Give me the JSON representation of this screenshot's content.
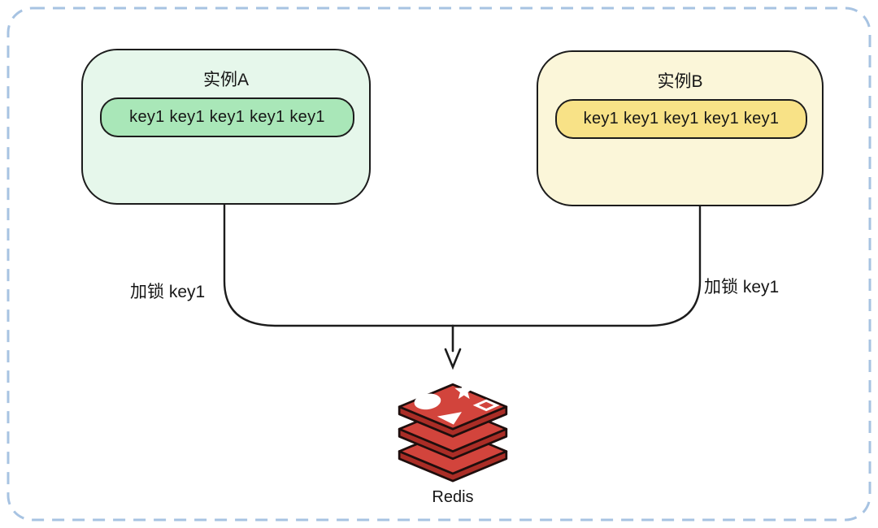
{
  "diagram": {
    "instance_a": {
      "title": "实例A",
      "keys": "key1 key1 key1 key1 key1"
    },
    "instance_b": {
      "title": "实例B",
      "keys": "key1 key1 key1 key1 key1"
    },
    "lock_label_left": "加锁 key1",
    "lock_label_right": "加锁 key1",
    "redis_label": "Redis",
    "colors": {
      "instance_a_bg": "#e6f7eb",
      "instance_a_key_bg": "#a9e7b8",
      "instance_b_bg": "#fbf6d9",
      "instance_b_key_bg": "#f8e287",
      "stroke": "#1c1c1c",
      "outer_border": "#a7c3e2",
      "redis_red": "#d2443c",
      "redis_red_dark": "#aa2d26",
      "redis_outline": "#1e0e0d"
    }
  }
}
